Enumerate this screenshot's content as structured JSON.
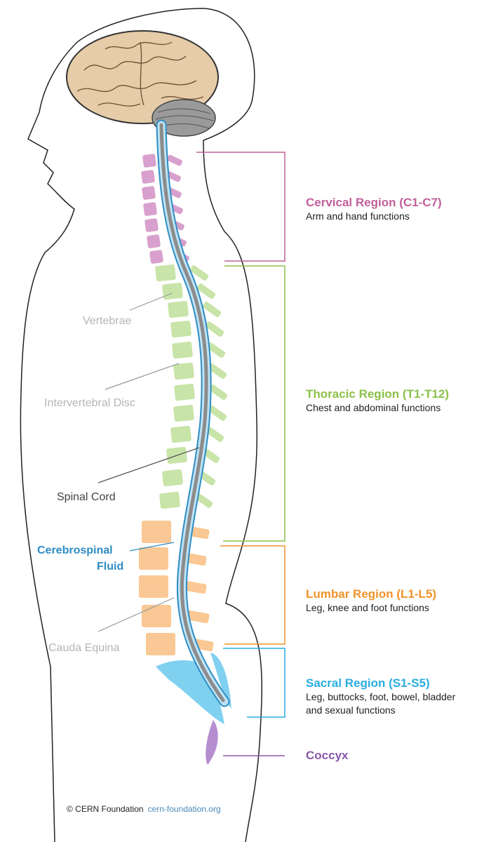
{
  "regions": [
    {
      "id": "cervical",
      "title": "Cervical Region (C1-C7)",
      "description": "Arm and hand functions",
      "color": "#c0609a"
    },
    {
      "id": "thoracic",
      "title": "Thoracic Region (T1-T12)",
      "description": "Chest and abdominal functions",
      "color": "#8cc04a"
    },
    {
      "id": "lumbar",
      "title": "Lumbar Region (L1-L5)",
      "description": "Leg, knee and foot functions",
      "color": "#f0922a"
    },
    {
      "id": "sacral",
      "title": "Sacral Region (S1-S5)",
      "description_lines": [
        "Leg, buttocks, foot, bowel, bladder",
        "and sexual functions"
      ],
      "color": "#2aace0"
    },
    {
      "id": "coccyx",
      "title": "Coccyx",
      "color": "#8a56a8"
    }
  ],
  "anatomy": {
    "vertebrae": "Vertebrae",
    "intervertebral_disc": "Intervertebral Disc",
    "spinal_cord": "Spinal Cord",
    "csf_line1": "Cerebrospinal",
    "csf_line2": "Fluid",
    "cauda_equina": "Cauda Equina"
  },
  "colors": {
    "grey_label": "#b5b5b5",
    "dark_label": "#444444",
    "csf": "#2e8dc4",
    "cervical_bone": "#d8a0cc",
    "thoracic_bone": "#c8e4a8",
    "lumbar_bone": "#fac894",
    "sacral_bone": "#80d0f0",
    "coccyx_bone": "#b68ed0",
    "brain": "#e6cca8",
    "cerebellum": "#9a9a9a"
  },
  "footer": {
    "copyright": "© CERN Foundation",
    "site": "cern-foundation.org"
  }
}
